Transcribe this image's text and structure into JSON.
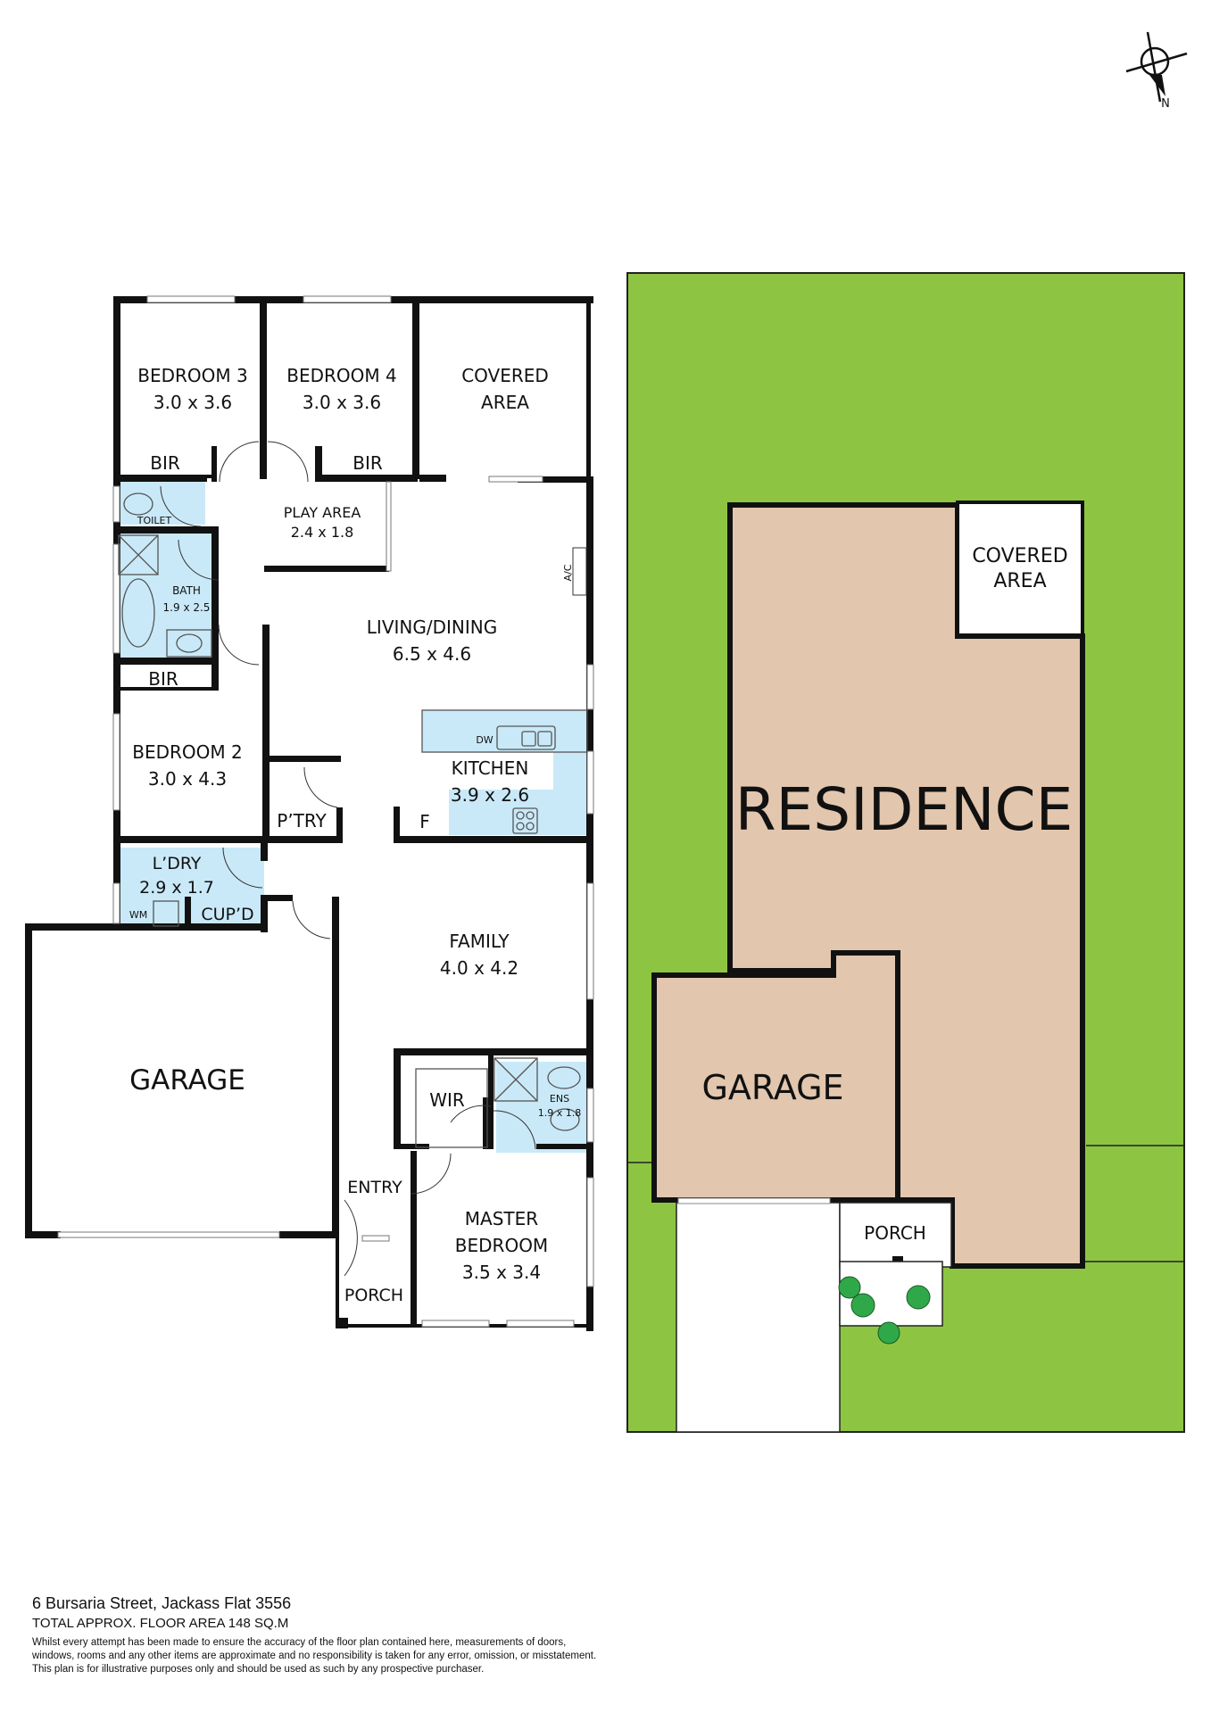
{
  "compass": {
    "label": "N",
    "icon": "north-arrow-icon"
  },
  "floor_plan": {
    "rooms": [
      {
        "id": "bedroom3",
        "name": "BEDROOM 3",
        "dims": "3.0 x 3.6"
      },
      {
        "id": "bedroom4",
        "name": "BEDROOM 4",
        "dims": "3.0 x 3.6"
      },
      {
        "id": "covered",
        "name_line1": "COVERED",
        "name_line2": "AREA"
      },
      {
        "id": "bir3",
        "name": "BIR"
      },
      {
        "id": "bir4",
        "name": "BIR"
      },
      {
        "id": "toilet",
        "name": "TOILET"
      },
      {
        "id": "play",
        "name": "PLAY AREA",
        "dims": "2.4 x 1.8"
      },
      {
        "id": "bath",
        "name": "BATH",
        "dims": "1.9 x 2.5"
      },
      {
        "id": "living",
        "name": "LIVING/DINING",
        "dims": "6.5 x 4.6"
      },
      {
        "id": "ac",
        "name": "A/C"
      },
      {
        "id": "bir2",
        "name": "BIR"
      },
      {
        "id": "bedroom2",
        "name": "BEDROOM 2",
        "dims": "3.0 x 4.3"
      },
      {
        "id": "kitchen",
        "name": "KITCHEN",
        "dims": "3.9 x 2.6"
      },
      {
        "id": "dw",
        "name": "DW"
      },
      {
        "id": "fridge",
        "name": "F"
      },
      {
        "id": "pantry",
        "name": "P’TRY"
      },
      {
        "id": "laundry",
        "name": "L’DRY",
        "dims": "2.9 x 1.7"
      },
      {
        "id": "wm",
        "name": "WM"
      },
      {
        "id": "cupd",
        "name": "CUP’D"
      },
      {
        "id": "family",
        "name": "FAMILY",
        "dims": "4.0 x 4.2"
      },
      {
        "id": "garage",
        "name": "GARAGE"
      },
      {
        "id": "wir",
        "name": "WIR"
      },
      {
        "id": "ens",
        "name": "ENS",
        "dims": "1.9 x 1.8"
      },
      {
        "id": "entry",
        "name": "ENTRY"
      },
      {
        "id": "master",
        "name_line1": "MASTER",
        "name_line2": "BEDROOM",
        "dims": "3.5 x 3.4"
      },
      {
        "id": "porch",
        "name": "PORCH"
      }
    ]
  },
  "site_plan": {
    "residence": "RESIDENCE",
    "covered_line1": "COVERED",
    "covered_line2": "AREA",
    "garage": "GARAGE",
    "porch": "PORCH",
    "colors": {
      "lawn": "#8dc543",
      "building": "#e2c6ae",
      "wet_area": "#c9e9f8"
    }
  },
  "footer": {
    "address": "6 Bursaria Street, Jackass Flat 3556",
    "area": "TOTAL APPROX. FLOOR AREA 148 SQ.M",
    "disclaimer_1": "Whilst every attempt has been made to ensure the accuracy of the floor plan contained here, measurements of doors,",
    "disclaimer_2": "windows, rooms and any other items are approximate and no responsibility is taken for any error, omission, or misstatement.",
    "disclaimer_3": "This plan is for illustrative purposes only and should be used as such by any prospective purchaser."
  }
}
